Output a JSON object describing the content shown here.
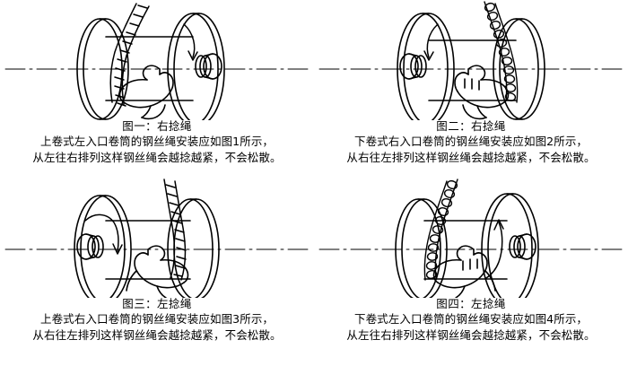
{
  "document": {
    "background_color": "#ffffff",
    "ink_color": "#000000",
    "subject": "钢丝绳在卷筒上的缠绕方向示意图"
  },
  "panels": [
    {
      "id": "figure-1",
      "title": "图一：右捻绳",
      "line1": "上卷式左入口卷筒的钢丝绳安装应如图1所示，",
      "line2": "从左往右排列这样钢丝绳会越捻越紧，不会松散。",
      "rope_side": "left",
      "hub_side": "right",
      "rope_entry": "top",
      "hand": "left-pointing",
      "rotation_arrow": "right-flange-down"
    },
    {
      "id": "figure-2",
      "title": "图二：右捻绳",
      "line1": "下卷式右入口卷筒的钢丝绳安装应如图2所示，",
      "line2": "从右往左排列这样钢丝绳会越捻越紧，不会松散。",
      "rope_side": "right",
      "hub_side": "left",
      "rope_entry": "top",
      "hand": "right-pointing",
      "rotation_arrow": "left-flange-down"
    },
    {
      "id": "figure-3",
      "title": "图三：左捻绳",
      "line1": "上卷式右入口卷筒的钢丝绳安装应如图3所示，",
      "line2": "从右往左排列这样钢丝绳会越捻越紧，不会松散。",
      "rope_side": "right",
      "hub_side": "left",
      "rope_entry": "top",
      "hand": "right-pointing",
      "rotation_arrow": "left-flange-down"
    },
    {
      "id": "figure-4",
      "title": "图四：左捻绳",
      "line1": "下卷式左入口卷筒的钢丝绳安装应如图4所示，",
      "line2": "从左往右排列这样钢丝绳会越捻越紧，不会松散。",
      "rope_side": "left",
      "hub_side": "right",
      "rope_entry": "top",
      "hand": "left-pointing",
      "rotation_arrow": "right-flange-down"
    }
  ]
}
